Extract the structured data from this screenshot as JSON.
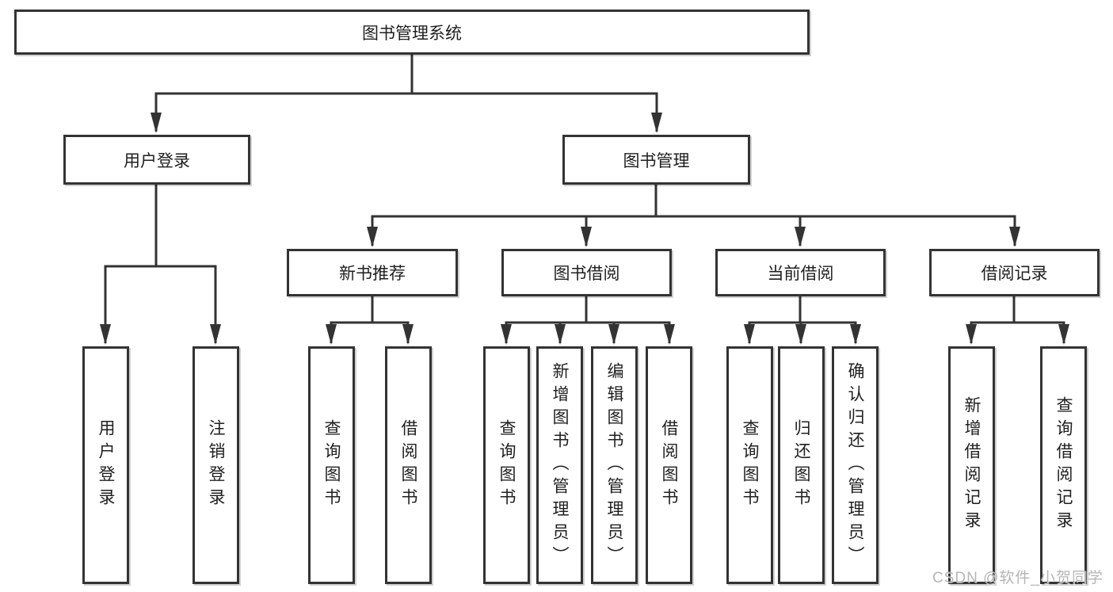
{
  "diagram": {
    "title_node": "图书管理系统",
    "level2": {
      "user_login": "用户登录",
      "book_mgmt": "图书管理"
    },
    "level3": {
      "new_books": "新书推荐",
      "book_borrow": "图书借阅",
      "current_borrow": "当前借阅",
      "borrow_records": "借阅记录"
    },
    "leaves": {
      "user_login": [
        "用户登录",
        "注销登录"
      ],
      "new_books": [
        "查询图书",
        "借阅图书"
      ],
      "book_borrow": [
        "查询图书",
        "新增图书（管理员）",
        "编辑图书（管理员）",
        "借阅图书"
      ],
      "current_borrow": [
        "查询图书",
        "归还图书",
        "确认归还（管理员）"
      ],
      "borrow_records": [
        "新增借阅记录",
        "查询借阅记录"
      ]
    },
    "watermark": "CSDN @软件_小贺同学",
    "colors": {
      "line": "#333333",
      "text": "#1f1f1f",
      "watermark": "#b5b5b5",
      "background": "#ffffff"
    }
  }
}
